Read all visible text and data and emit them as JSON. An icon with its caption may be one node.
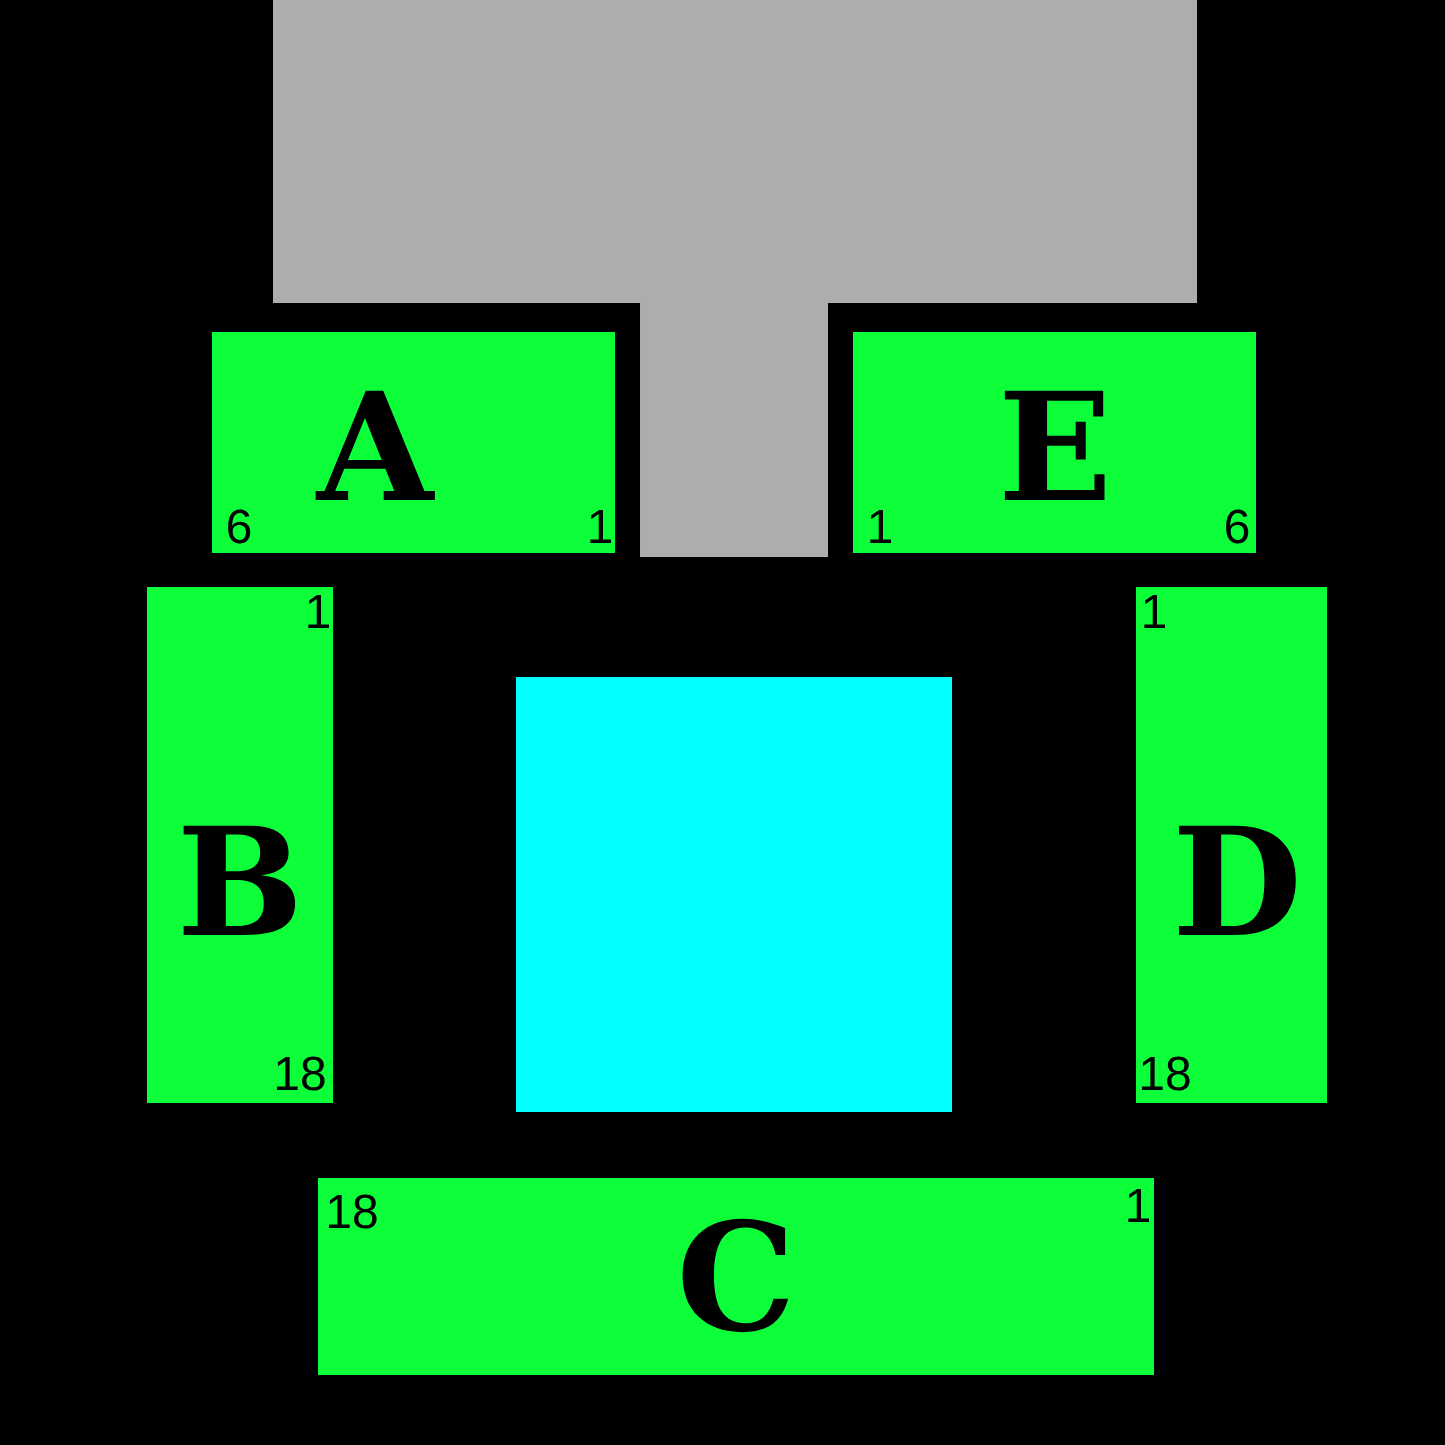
{
  "diagram": {
    "nodes": [
      {
        "text": [
          "A",
          "6",
          "1"
        ]
      },
      {
        "text": [
          "E",
          "1",
          "6"
        ]
      },
      {
        "text": [
          "B",
          "1",
          "18"
        ]
      },
      {
        "text": [],
        "shape": "box"
      },
      {
        "text": [
          "D",
          "1",
          "18"
        ]
      },
      {
        "text": [
          "C",
          "18",
          "1"
        ]
      }
    ]
  }
}
